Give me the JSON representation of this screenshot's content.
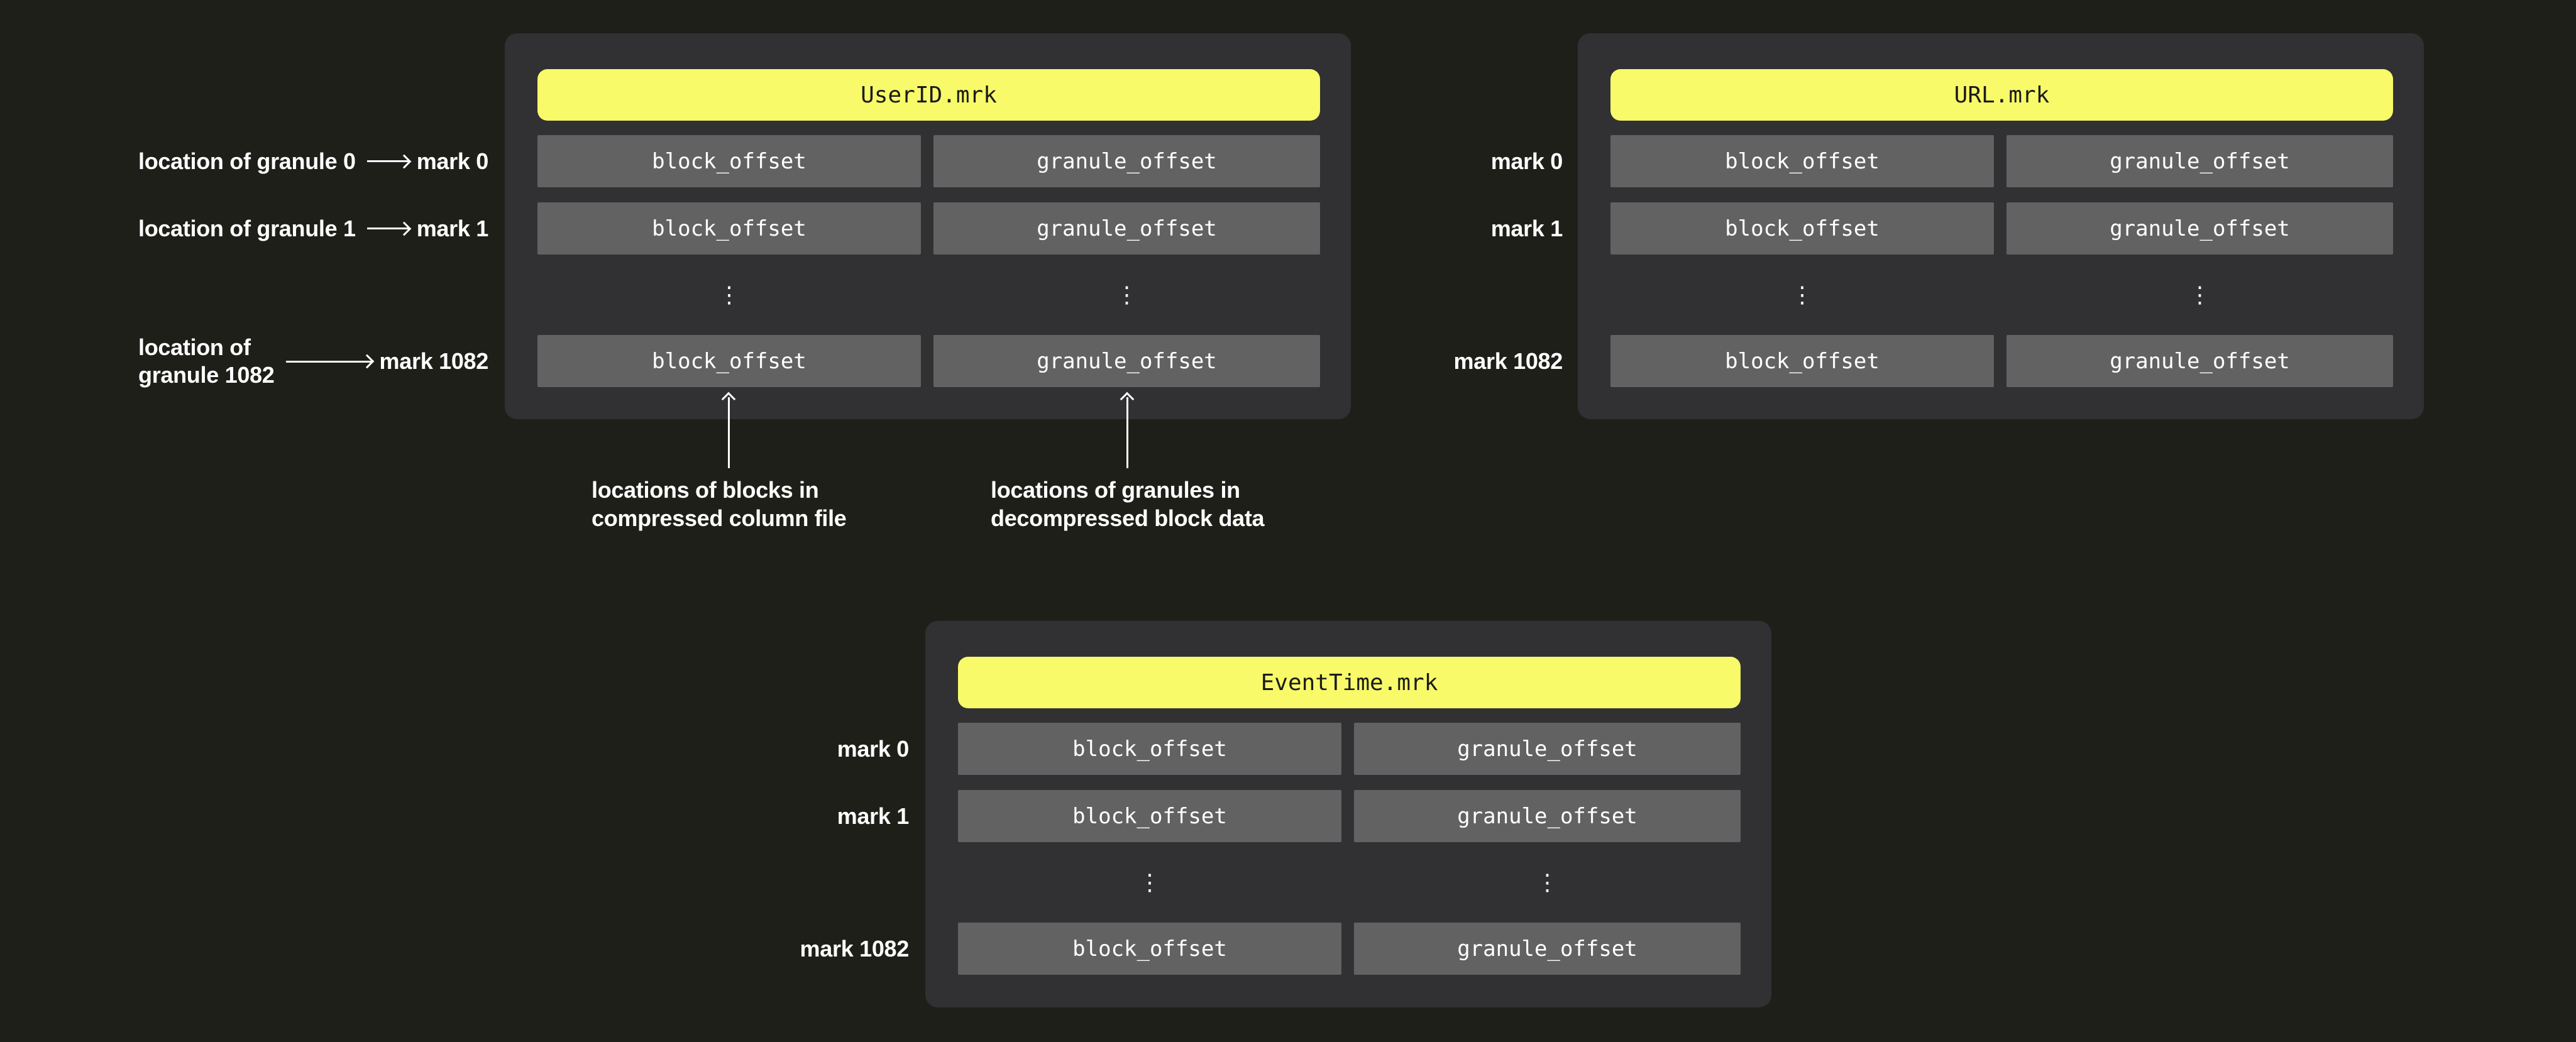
{
  "colors": {
    "background": "#1f1f1a",
    "panel": "#313134",
    "cell": "#626262",
    "header_bg": "#f8fa69",
    "header_text": "#1b1b1b",
    "text": "#ffffff"
  },
  "glyphs": {
    "vertical_ellipsis": "⋮"
  },
  "panels": [
    {
      "title": "UserID.mrk",
      "rows": [
        {
          "mark": "mark 0",
          "cells": [
            "block_offset",
            "granule_offset"
          ]
        },
        {
          "mark": "mark 1",
          "cells": [
            "block_offset",
            "granule_offset"
          ]
        },
        {
          "mark": "mark 1082",
          "cells": [
            "block_offset",
            "granule_offset"
          ]
        }
      ]
    },
    {
      "title": "URL.mrk",
      "rows": [
        {
          "mark": "mark 0",
          "cells": [
            "block_offset",
            "granule_offset"
          ]
        },
        {
          "mark": "mark 1",
          "cells": [
            "block_offset",
            "granule_offset"
          ]
        },
        {
          "mark": "mark 1082",
          "cells": [
            "block_offset",
            "granule_offset"
          ]
        }
      ]
    },
    {
      "title": "EventTime.mrk",
      "rows": [
        {
          "mark": "mark 0",
          "cells": [
            "block_offset",
            "granule_offset"
          ]
        },
        {
          "mark": "mark 1",
          "cells": [
            "block_offset",
            "granule_offset"
          ]
        },
        {
          "mark": "mark 1082",
          "cells": [
            "block_offset",
            "granule_offset"
          ]
        }
      ]
    }
  ],
  "location_labels": [
    {
      "text": "location of granule 0"
    },
    {
      "text": "location of granule 1"
    },
    {
      "line1": "location of",
      "line2": "granule 1082"
    }
  ],
  "annotations": [
    {
      "line1": "locations of blocks in",
      "line2": "compressed column file"
    },
    {
      "line1": "locations of granules in",
      "line2": "decompressed block data"
    }
  ]
}
